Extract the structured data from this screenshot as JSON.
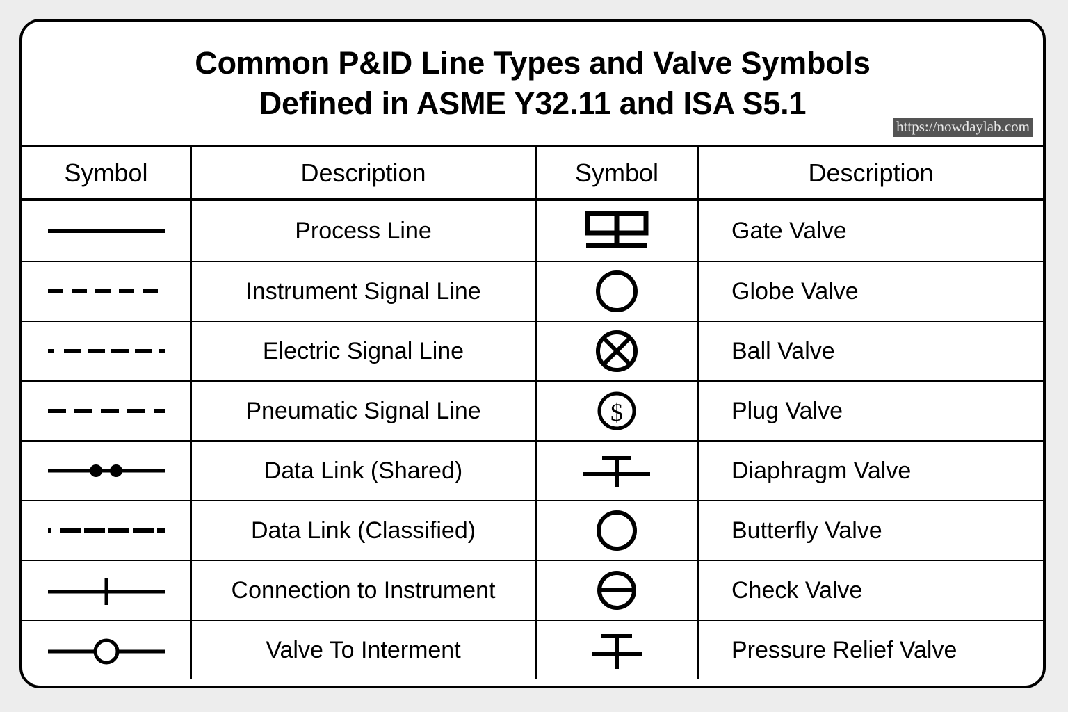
{
  "title": {
    "line1": "Common P&ID Line Types and Valve Symbols",
    "line2": "Defined in ASME Y32.11 and ISA S5.1"
  },
  "watermark": {
    "text": "https://nowdaylab.com",
    "background_color": "#545454",
    "text_color": "#e8e8e8"
  },
  "colors": {
    "page_background": "#ededed",
    "card_background": "#ffffff",
    "ink": "#000000"
  },
  "table": {
    "headers": [
      "Symbol",
      "Description",
      "Symbol",
      "Description"
    ],
    "rows": [
      {
        "left_symbol": "solid-line-icon",
        "left_description": "Process Line",
        "right_symbol": "gate-valve-icon",
        "right_description": "Gate Valve"
      },
      {
        "left_symbol": "dashed-line-icon",
        "left_description": "Instrument Signal Line",
        "right_symbol": "globe-valve-icon",
        "right_description": "Globe Valve"
      },
      {
        "left_symbol": "dash-dot-line-icon",
        "left_description": "Electric Signal Line",
        "right_symbol": "ball-valve-icon",
        "right_description": "Ball Valve"
      },
      {
        "left_symbol": "long-dashed-line-icon",
        "left_description": "Pneumatic Signal Line",
        "right_symbol": "plug-valve-icon",
        "right_description": "Plug Valve"
      },
      {
        "left_symbol": "line-with-two-dots-icon",
        "left_description": "Data Link (Shared)",
        "right_symbol": "diaphragm-valve-icon",
        "right_description": "Diaphragm Valve"
      },
      {
        "left_symbol": "dot-dash-line-icon",
        "left_description": "Data Link (Classified)",
        "right_symbol": "butterfly-valve-icon",
        "right_description": "Butterfly Valve"
      },
      {
        "left_symbol": "line-with-tick-icon",
        "left_description": "Connection to Instrument",
        "right_symbol": "check-valve-icon",
        "right_description": "Check Valve"
      },
      {
        "left_symbol": "line-with-circle-icon",
        "left_description": "Valve To Interment",
        "right_symbol": "pressure-relief-valve-icon",
        "right_description": "Pressure Relief Valve"
      }
    ]
  }
}
